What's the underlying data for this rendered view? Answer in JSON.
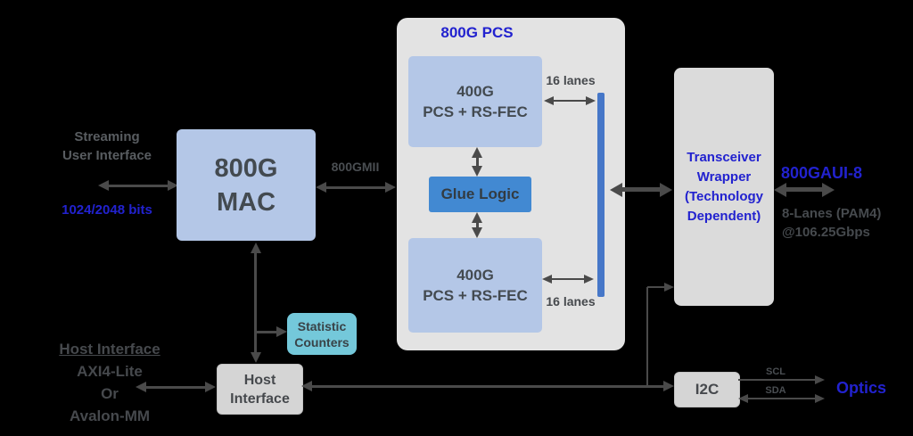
{
  "colors": {
    "background": "#000000",
    "light_blue_block": "#b4c7e7",
    "glue_blue": "#4289d2",
    "lane_bar_blue": "#4677c8",
    "container_gray": "#e3e3e3",
    "gray_block": "#d5d5d5",
    "teal_block": "#74c8da",
    "blue_text": "#2222cf",
    "dark_text": "#46494d",
    "arrow_gray": "#4a4a4a"
  },
  "left_panel": {
    "streaming_line1": "Streaming",
    "streaming_line2": "User Interface",
    "bits": "1024/2048 bits"
  },
  "mac_block": {
    "line1": "800G",
    "line2": "MAC"
  },
  "mii": {
    "label": "800GMII"
  },
  "pcs": {
    "title": "800G PCS",
    "top_block_line1": "400G",
    "top_block_line2": "PCS + RS-FEC",
    "glue_label": "Glue Logic",
    "bottom_block_line1": "400G",
    "bottom_block_line2": "PCS + RS-FEC",
    "top_lanes": "16 lanes",
    "bottom_lanes": "16 lanes"
  },
  "transceiver": {
    "line1": "Transceiver",
    "line2": "Wrapper",
    "line3": "(Technology",
    "line4": "Dependent)"
  },
  "serial_if": {
    "gaui": "800GAUI-8",
    "detail_line1": "8-Lanes (PAM4)",
    "detail_line2": "@106.25Gbps"
  },
  "host_if_text": {
    "title": "Host Interface",
    "option1": "AXI4-Lite",
    "conjunction": "Or",
    "option2": "Avalon-MM"
  },
  "stat_counters": {
    "line1": "Statistic",
    "line2": "Counters"
  },
  "host_block": {
    "line1": "Host",
    "line2": "Interface"
  },
  "i2c": {
    "label": "I2C",
    "scl": "SCL",
    "sda": "SDA"
  },
  "optics": {
    "label": "Optics"
  }
}
